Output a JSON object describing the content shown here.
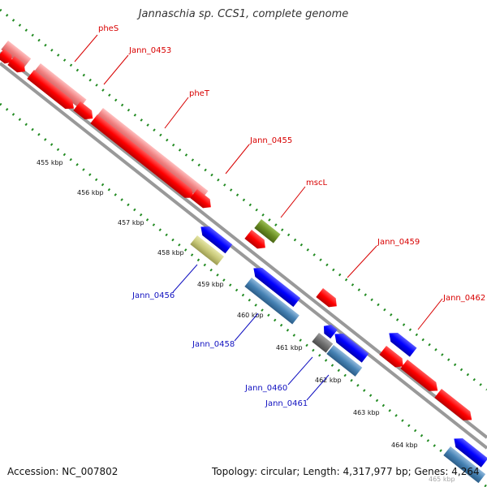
{
  "title": "Jannaschia sp. CCS1, complete genome",
  "footer": {
    "accession": "Accession: NC_007802",
    "summary": "Topology: circular; Length: 4,317,977 bp; Genes: 4,264"
  },
  "kbp_labels": [
    "455 kbp",
    "456 kbp",
    "457 kbp",
    "458 kbp",
    "459 kbp",
    "460 kbp",
    "461 kbp",
    "462 kbp",
    "463 kbp",
    "464 kbp",
    "465 kbp"
  ],
  "gene_labels_forward": [
    "pheS",
    "Jann_0453",
    "pheT",
    "Jann_0455",
    "mscL",
    "Jann_0459",
    "Jann_0462"
  ],
  "gene_labels_reverse": [
    "Jann_0456",
    "Jann_0458",
    "Jann_0460",
    "Jann_0461"
  ],
  "colors": {
    "forward_label": "#d80000",
    "reverse_label": "#1010c0",
    "red_gene": "#ff0000",
    "pink_gene": "#f08080",
    "blue_gene": "#0000ff",
    "steelblue_gene": "#4682b4",
    "khaki_gene": "#c8c878",
    "olive_gene": "#6b8e23",
    "gray_gene": "#707070",
    "tick_green": "#228b22",
    "backbone": "#999999"
  }
}
